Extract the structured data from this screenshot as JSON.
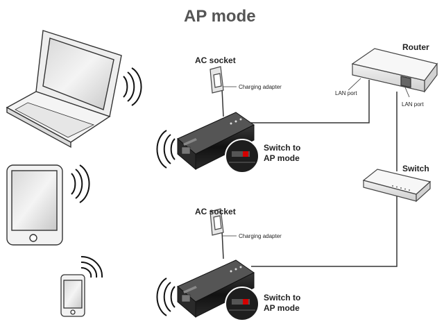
{
  "title": "AP mode",
  "labels": {
    "ac_socket_1": "AC socket",
    "charging_adapter_1": "Charging adapter",
    "switch_to_ap_1_line1": "Switch to",
    "switch_to_ap_1_line2": "AP mode",
    "ac_socket_2": "AC socket",
    "charging_adapter_2": "Charging adapter",
    "switch_to_ap_2_line1": "Switch to",
    "switch_to_ap_2_line2": "AP mode",
    "router": "Router",
    "lan_port_left": "LAN port",
    "lan_port_right": "LAN port",
    "switch": "Switch"
  },
  "colors": {
    "title": "#555555",
    "cable": "#333333",
    "device_body": "#1a1a1a",
    "router_body": "#e8e8e8",
    "led_red": "#d40000"
  },
  "icons": [
    "laptop-icon",
    "tablet-icon",
    "smartphone-icon",
    "wifi-waves-icon",
    "ac-socket-icon",
    "router-icon",
    "network-switch-icon",
    "travel-router-icon"
  ]
}
